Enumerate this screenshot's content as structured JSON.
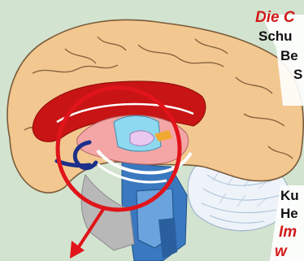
{
  "texts": {
    "title_fragment": "Die C",
    "line2_fragment": "Schu",
    "line3_fragment": "Be",
    "line4_fragment": "S",
    "line5_fragment": "Ku",
    "line6_fragment": "He",
    "line7_fragment": "Im",
    "line8_fragment": "w"
  },
  "colors": {
    "background": "#d2e3cf",
    "cortex": "#f0c48a",
    "cortex_outline": "#7a5a3a",
    "corpus_callosum": "#c81414",
    "highlight_circle": "#e0141a",
    "thalamus": "#8ed8f0",
    "cerebellum": "#e8eef6",
    "brainstem": "#2f6fb4",
    "accent_text": "#d11a1a"
  },
  "icons": {
    "pointer": "arrow-down-left-icon"
  }
}
